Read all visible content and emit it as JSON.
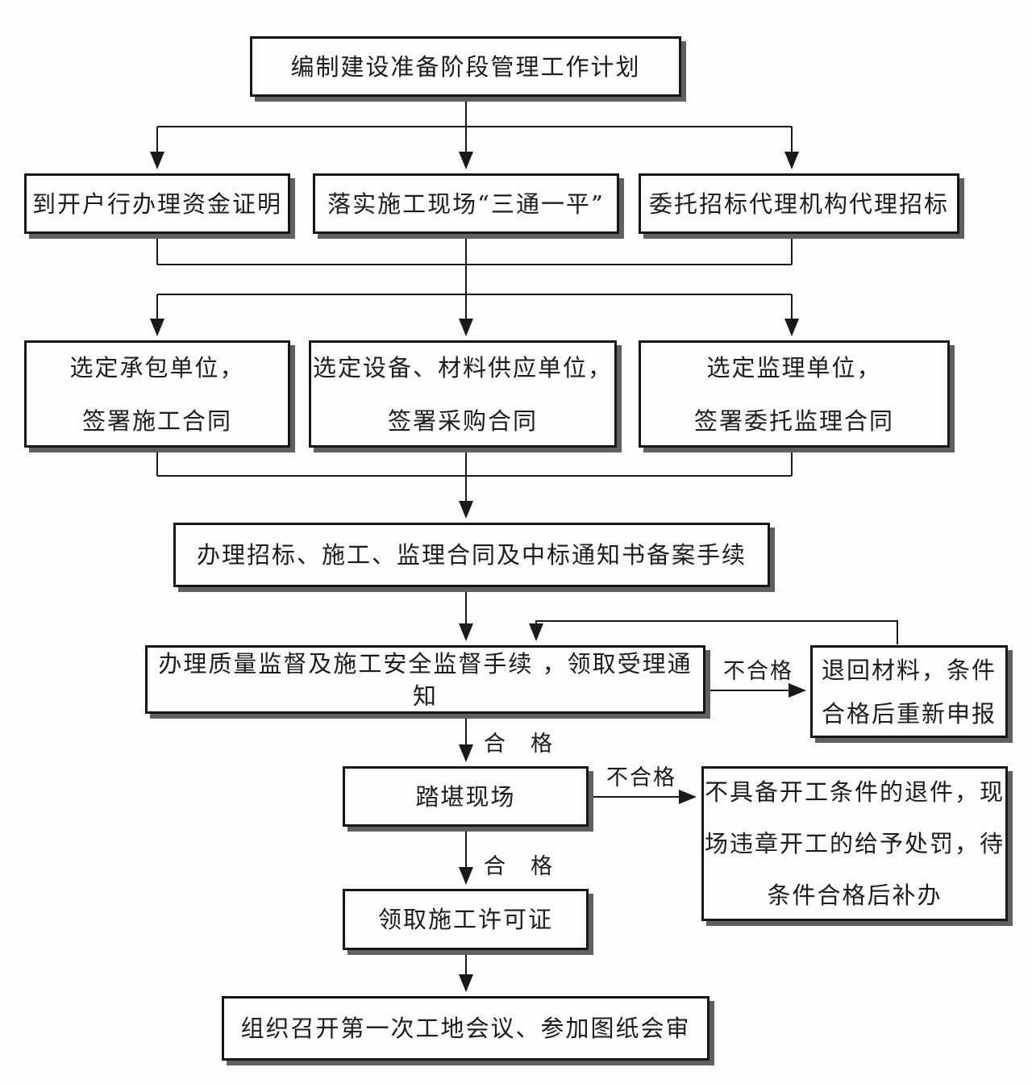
{
  "diagram": {
    "description": "Construction preparation stage management workflow flowchart",
    "colors": {
      "background": "#fffdfd",
      "box_border": "#161616",
      "box_shadow": "#606060",
      "line": "#1a1a1a",
      "text": "#1c1c1c"
    },
    "nodes": {
      "plan": {
        "label": "编制建设准备阶段管理工作计划"
      },
      "fund": {
        "label": "到开户行办理资金证明"
      },
      "site": {
        "label": "落实施工现场“三通一平”"
      },
      "agency": {
        "label": "委托招标代理机构代理招标"
      },
      "contractor": {
        "label": "选定承包单位，\n签署施工合同"
      },
      "supplier": {
        "label": "选定设备、材料供应单位，\n签署采购合同"
      },
      "supervisor": {
        "label": "选定监理单位，\n签署委托监理合同"
      },
      "filing": {
        "label": "办理招标、施工、监理合同及中标通知书备案手续"
      },
      "quality": {
        "label": "办理质量监督及施工安全监督手续 ，领取受理通知"
      },
      "return": {
        "label": "退回材料，条件\n合格后重新申报"
      },
      "inspect": {
        "label": "踏堪现场"
      },
      "reject": {
        "label": "不具备开工条件的退件，现\n场违章开工的给予处罚，待\n条件合格后补办"
      },
      "permit": {
        "label": "领取施工许可证"
      },
      "meeting": {
        "label": "组织召开第一次工地会议、参加图纸会审"
      }
    },
    "edge_labels": {
      "fail1": "不合格",
      "pass1": "合　格",
      "fail2": "不合格",
      "pass2": "合　格"
    },
    "edges": [
      {
        "from": "plan",
        "to": "fund"
      },
      {
        "from": "plan",
        "to": "site"
      },
      {
        "from": "plan",
        "to": "agency"
      },
      {
        "from": "fund",
        "to": "contractor"
      },
      {
        "from": "site",
        "to": "supplier"
      },
      {
        "from": "agency",
        "to": "supervisor"
      },
      {
        "from": "contractor",
        "to": "filing"
      },
      {
        "from": "supplier",
        "to": "filing"
      },
      {
        "from": "supervisor",
        "to": "filing"
      },
      {
        "from": "filing",
        "to": "quality"
      },
      {
        "from": "quality",
        "to": "return",
        "label": "不合格"
      },
      {
        "from": "return",
        "to": "quality"
      },
      {
        "from": "quality",
        "to": "inspect",
        "label": "合格"
      },
      {
        "from": "inspect",
        "to": "reject",
        "label": "不合格"
      },
      {
        "from": "inspect",
        "to": "permit",
        "label": "合格"
      },
      {
        "from": "permit",
        "to": "meeting"
      }
    ]
  }
}
